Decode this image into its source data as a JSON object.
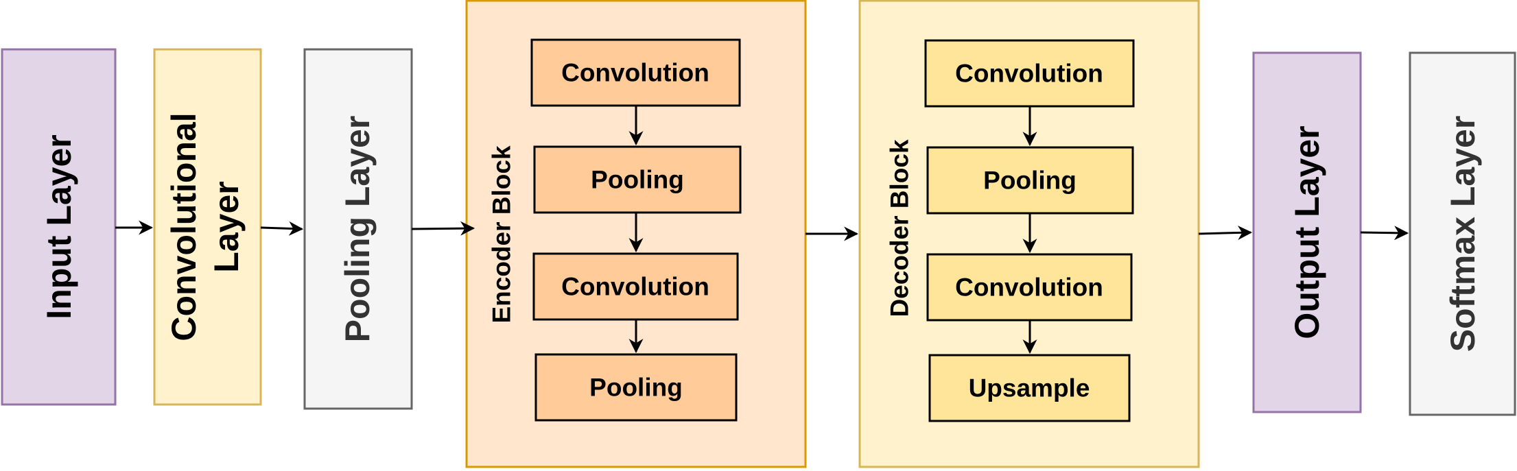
{
  "layers": {
    "input": "Input Layer",
    "conv_line1": "Convolutional",
    "conv_line2": "Layer",
    "pooling": "Pooling Layer",
    "output": "Output Layer",
    "softmax": "Softmax Layer"
  },
  "encoder": {
    "title": "Encoder Block",
    "steps": [
      "Convolution",
      "Pooling",
      "Convolution",
      "Pooling"
    ]
  },
  "decoder": {
    "title": "Decoder Block",
    "steps": [
      "Convolution",
      "Pooling",
      "Convolution",
      "Upsample"
    ]
  },
  "colors": {
    "purple_fill": "#e1d5e7",
    "purple_stroke": "#9673a6",
    "yellow_fill": "#fff2cc",
    "yellow_stroke": "#d6b656",
    "gray_fill": "#f5f5f5",
    "gray_stroke": "#666666",
    "encoder_fill": "#ffe6cc",
    "encoder_stroke": "#d79b00",
    "encoder_step_fill": "#ffcc99",
    "decoder_step_fill": "#ffe599"
  }
}
